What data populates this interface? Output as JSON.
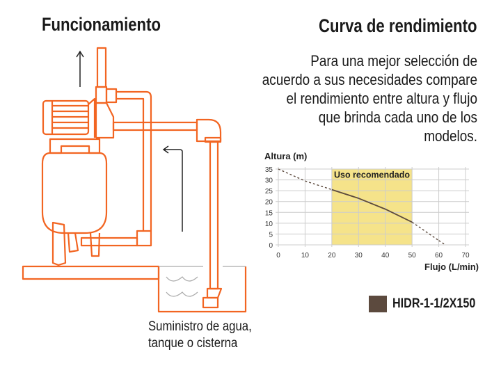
{
  "left_title": "Funcionamiento",
  "right_title": "Curva de rendimiento",
  "description": "Para una mejor selección de acuerdo a sus necesidades compare el rendimiento entre altura y flujo que brinda cada uno de los modelos.",
  "caption_lines": [
    "Suministro de agua,",
    "tanque o cisterna"
  ],
  "legend": {
    "label": "HIDR-1-1/2X150",
    "color": "#5c4a3e"
  },
  "colors": {
    "pipe": "#f26522",
    "highlight": "#f5e38a",
    "curve": "#5c4a3e"
  },
  "chart_data": {
    "type": "line",
    "ylabel": "Altura (m)",
    "xlabel": "Flujo (L/min)",
    "xlim": [
      0,
      70
    ],
    "ylim": [
      0,
      35
    ],
    "xticks": [
      0,
      10,
      20,
      30,
      40,
      50,
      60,
      70
    ],
    "yticks": [
      0,
      5,
      10,
      15,
      20,
      25,
      30,
      35
    ],
    "grid": true,
    "highlight": {
      "label": "Uso recomendado",
      "x_range": [
        20,
        50
      ]
    },
    "series": [
      {
        "name": "HIDR-1-1/2X150",
        "x": [
          0,
          10,
          20,
          30,
          40,
          50,
          60,
          62.5
        ],
        "y": [
          35,
          29.5,
          25.5,
          21.5,
          16.5,
          10.5,
          2,
          0
        ],
        "solid_range": [
          20,
          50
        ]
      }
    ]
  }
}
